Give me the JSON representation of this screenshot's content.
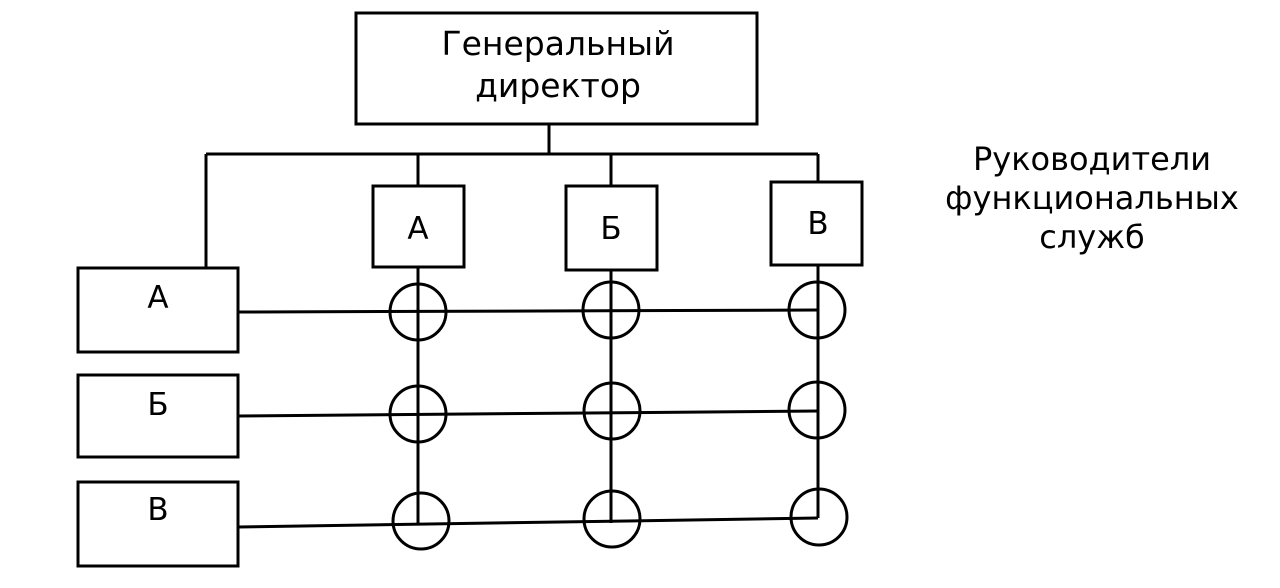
{
  "director": {
    "lines": [
      "Генеральный",
      "директор"
    ]
  },
  "functional_heads": [
    {
      "label": "А"
    },
    {
      "label": "Б"
    },
    {
      "label": "В"
    }
  ],
  "project_heads": [
    {
      "label": "А"
    },
    {
      "label": "Б"
    },
    {
      "label": "В"
    }
  ],
  "side_label": {
    "lines": [
      "Руководители",
      "функциональных",
      "служб"
    ]
  }
}
